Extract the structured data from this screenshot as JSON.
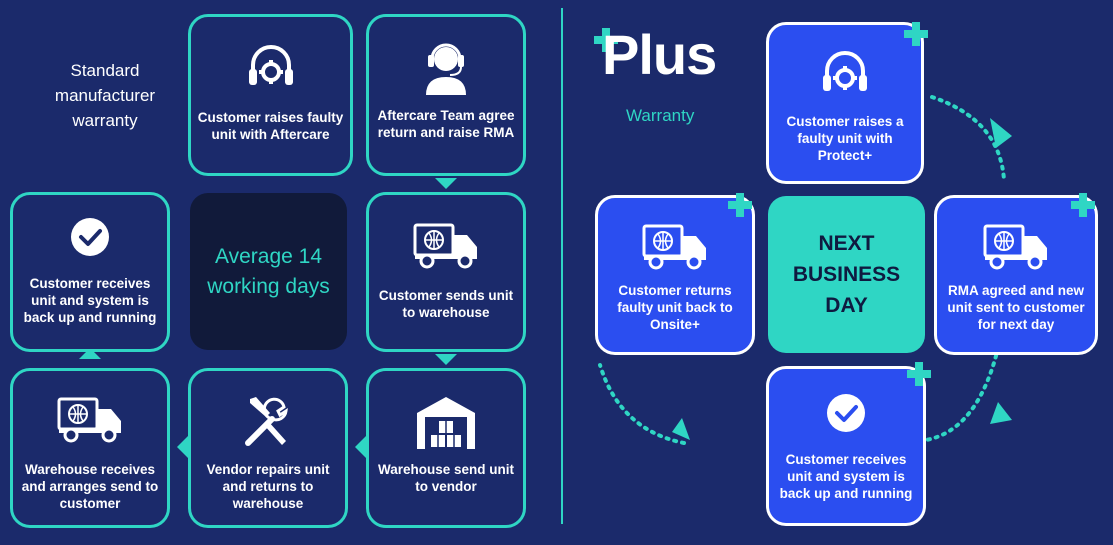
{
  "standard": {
    "heading": "Standard manufacturer warranty",
    "center": "Average 14 working days",
    "steps": [
      "Customer raises faulty unit with Aftercare",
      "Aftercare Team agree return and raise RMA",
      "Customer sends unit to warehouse",
      "Warehouse send unit to vendor",
      "Vendor repairs unit and returns to warehouse",
      "Warehouse receives and arranges send to customer",
      "Customer receives unit and system is back up and running"
    ]
  },
  "plus": {
    "logo": "Plus",
    "subtitle": "Warranty",
    "center": "NEXT BUSINESS DAY",
    "steps": [
      "Customer raises a faulty unit with Protect+",
      "RMA agreed and new unit sent to customer for next day",
      "Customer receives unit and system is back up and running",
      "Customer returns faulty unit back to Onsite+"
    ]
  },
  "colors": {
    "background": "#1b2a6b",
    "accent_teal": "#2fd6c4",
    "card_blue": "#2b4ef0",
    "dark_card": "#111a3a"
  },
  "icons": [
    "headset-gear-icon",
    "support-agent-icon",
    "truck-globe-icon",
    "warehouse-boxes-icon",
    "tools-icon",
    "check-circle-icon"
  ]
}
